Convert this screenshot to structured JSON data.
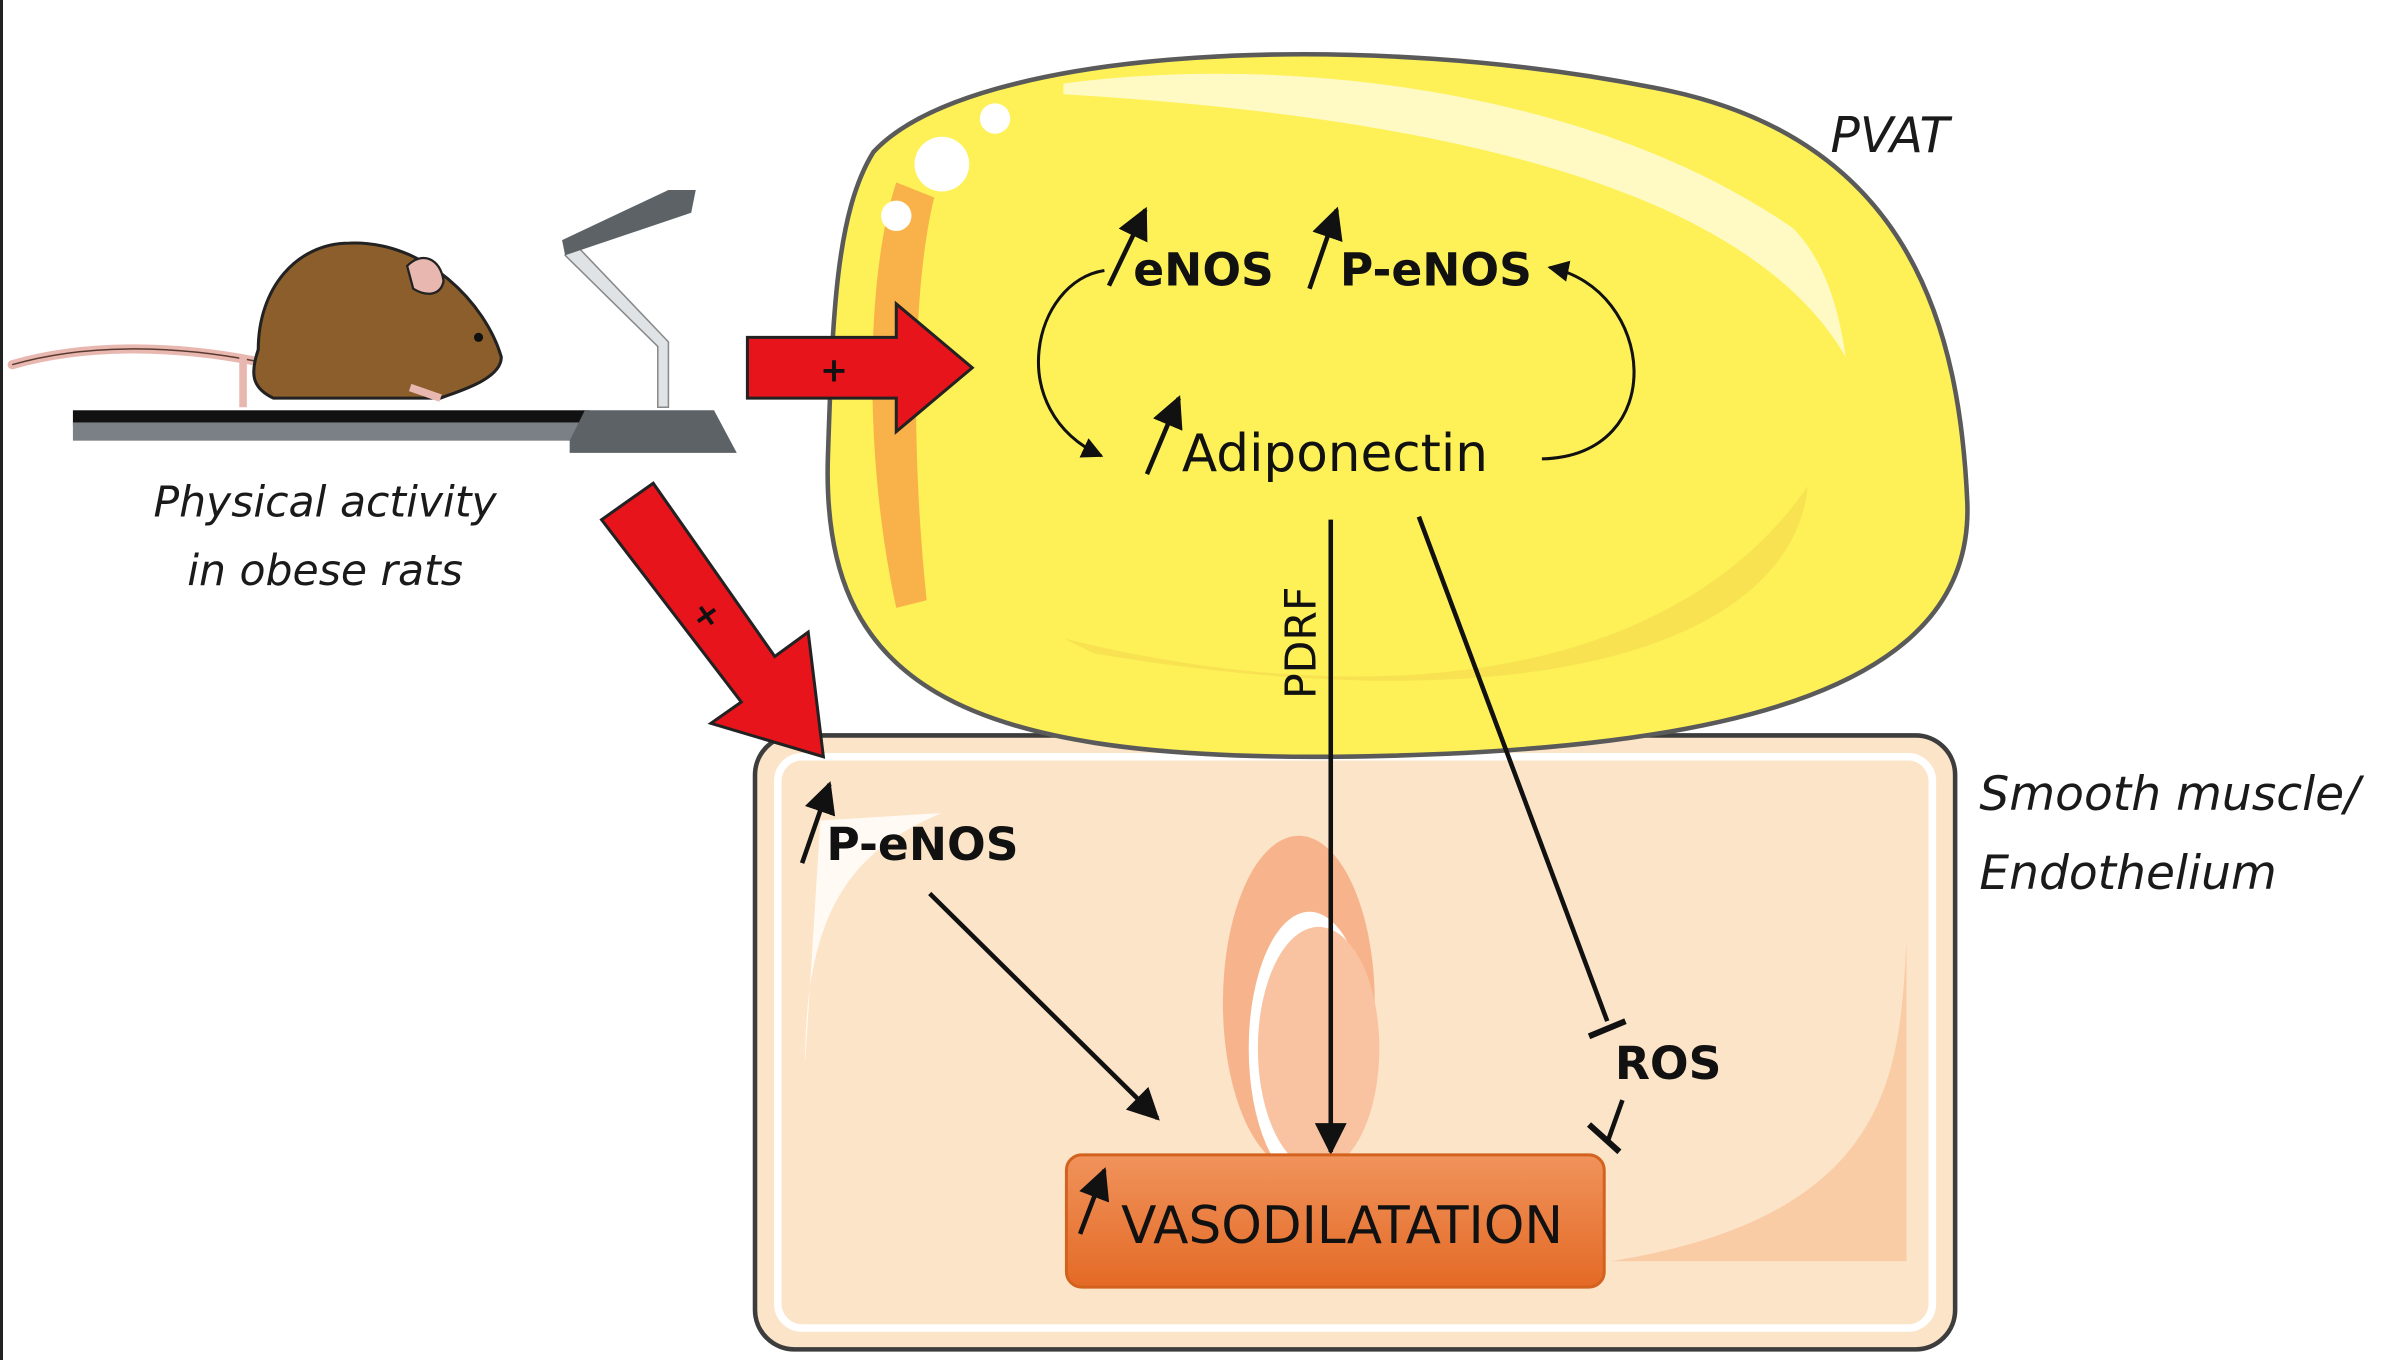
{
  "labels": {
    "pvat": "PVAT",
    "activity_line1": "Physical activity",
    "activity_line2": "in obese rats",
    "smooth_line1": "Smooth muscle/",
    "smooth_line2": "Endothelium",
    "enos": "eNOS",
    "p_enos_pvat": "P-eNOS",
    "adiponectin": "Adiponectin",
    "pdrf": "PDRF",
    "p_enos_vessel": "P-eNOS",
    "ros": "ROS",
    "vasodilatation": "VASODILATATION",
    "plus_sign": "+"
  },
  "colors": {
    "adipocyte_fill": "#fdf157",
    "vessel_fill": "#fce4c8",
    "outcome_box": "#e97a3a",
    "stimulus_arrow": "#e8141c",
    "rat_fur": "#8b5e2b",
    "rat_skin": "#e8b8b0",
    "treadmill": "#5c6265"
  },
  "icons": {
    "increase": "up-arrow-icon",
    "stimulus": "red-block-arrow-icon",
    "inhibition": "t-bar-inhibition-icon"
  }
}
